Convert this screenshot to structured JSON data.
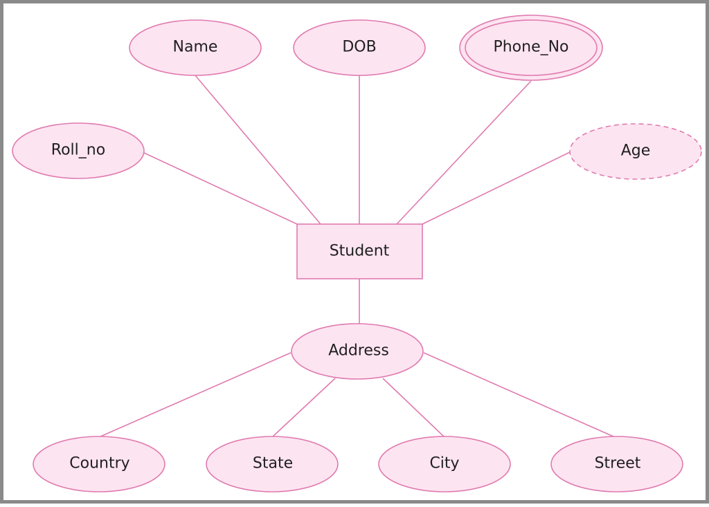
{
  "diagram": {
    "colors": {
      "fill": "#fde4f1",
      "stroke": "#e07aaf",
      "text": "#1f1f1f",
      "frame": "#8a8a8a"
    },
    "entity": {
      "label": "Student"
    },
    "attributes": {
      "name": "Name",
      "dob": "DOB",
      "phone_no": "Phone_No",
      "roll_no": "Roll_no",
      "age": "Age",
      "address": "Address"
    },
    "address_parts": {
      "country": "Country",
      "state": "State",
      "city": "City",
      "street": "Street"
    }
  }
}
